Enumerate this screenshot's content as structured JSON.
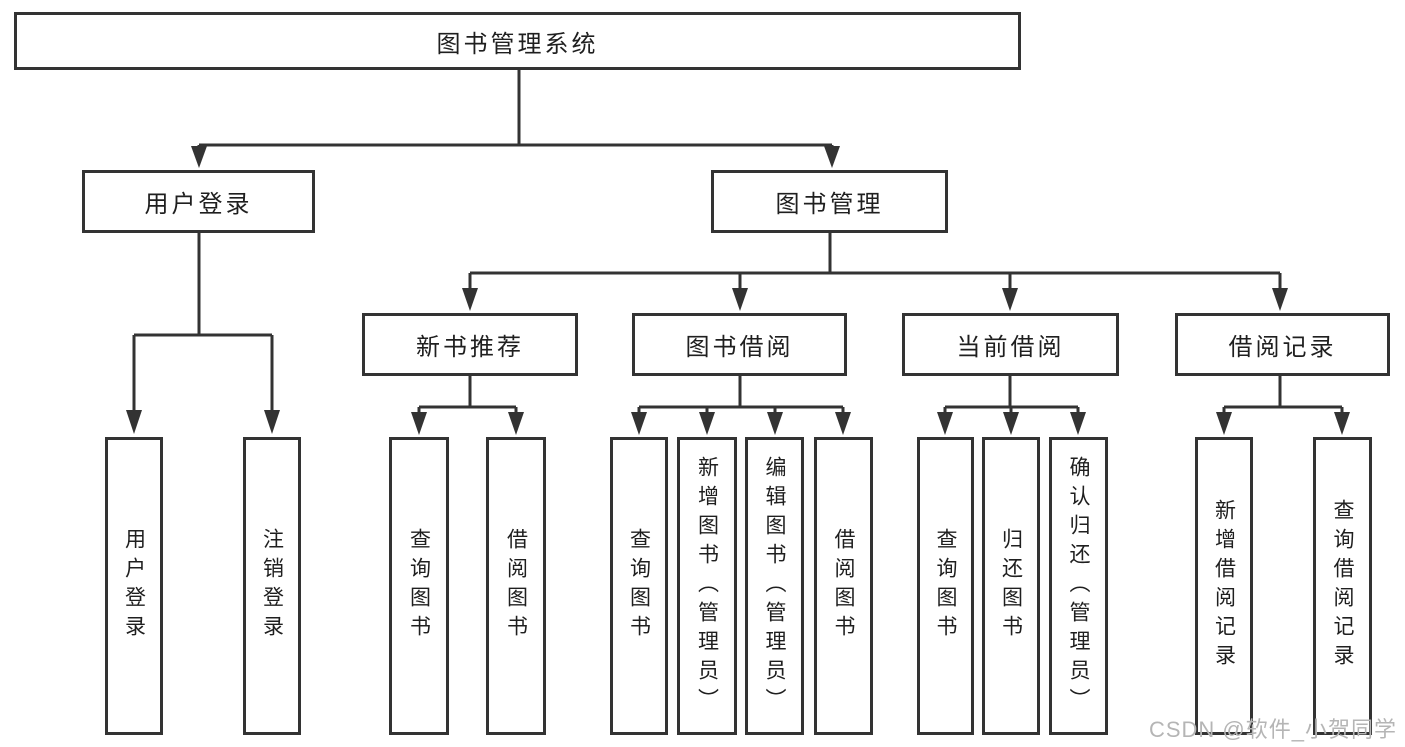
{
  "tree": {
    "label": "图书管理系统",
    "children": [
      {
        "label": "用户登录",
        "children": [
          {
            "label": "用户登录"
          },
          {
            "label": "注销登录"
          }
        ]
      },
      {
        "label": "图书管理",
        "children": [
          {
            "label": "新书推荐",
            "children": [
              {
                "label": "查询图书"
              },
              {
                "label": "借阅图书"
              }
            ]
          },
          {
            "label": "图书借阅",
            "children": [
              {
                "label": "查询图书"
              },
              {
                "label": "新增图书（管理员）"
              },
              {
                "label": "编辑图书（管理员）"
              },
              {
                "label": "借阅图书"
              }
            ]
          },
          {
            "label": "当前借阅",
            "children": [
              {
                "label": "查询图书"
              },
              {
                "label": "归还图书"
              },
              {
                "label": "确认归还（管理员）"
              }
            ]
          },
          {
            "label": "借阅记录",
            "children": [
              {
                "label": "新增借阅记录"
              },
              {
                "label": "查询借阅记录"
              }
            ]
          }
        ]
      }
    ]
  },
  "watermark": {
    "text": "CSDN @软件_小贺同学"
  },
  "colors": {
    "line": "#333333",
    "text": "#1f1f1f",
    "box-fill": "#ffffff",
    "background": "#ffffff",
    "watermark": "#b5b5b5"
  }
}
